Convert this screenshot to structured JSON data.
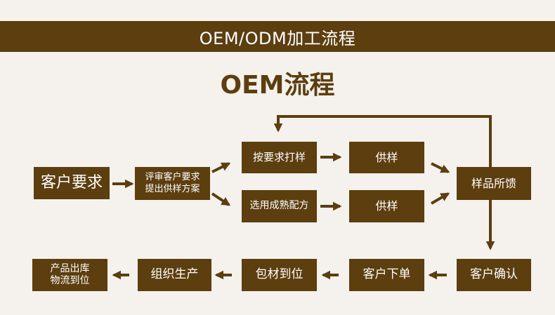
{
  "header": {
    "banner": "OEM/ODM加工流程",
    "title": "OEM流程"
  },
  "colors": {
    "brown": "#5c3e0f",
    "background": "#f5f1ed",
    "text": "#ffffff"
  },
  "flow": {
    "customer_request": "客户要求",
    "review_request": "评审客户要求\n提出供样方案",
    "proof_by_request": "按要求打样",
    "select_formula": "选用成熟配方",
    "sample_1": "供样",
    "sample_2": "供样",
    "sample_feedback": "样品所馈",
    "customer_confirm": "客户确认",
    "customer_order": "客户下单",
    "material_arrival": "包材到位",
    "production": "组织生产",
    "shipping": "产品出库\n物流到位"
  }
}
